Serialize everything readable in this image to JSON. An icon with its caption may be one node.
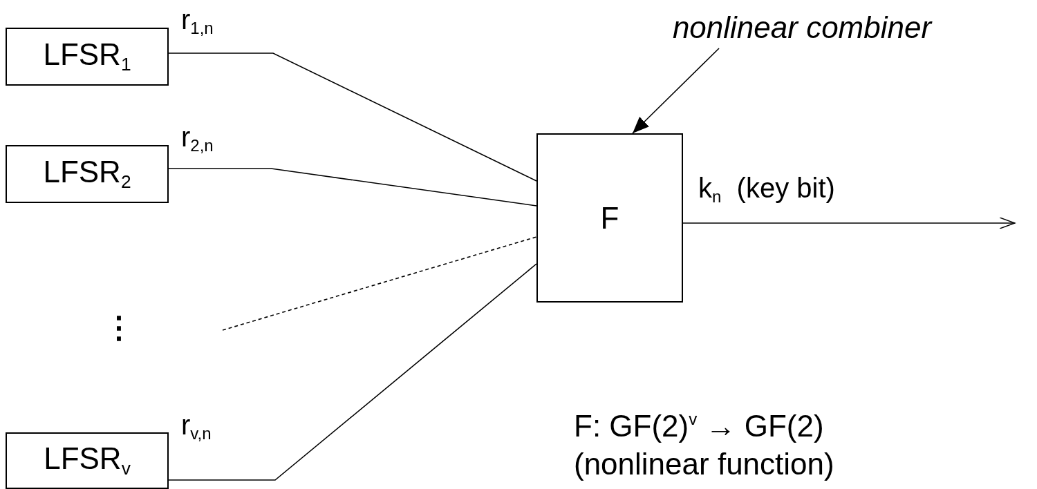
{
  "diagram": {
    "nodes": [
      {
        "text": [
          "LFSR$_{1}$"
        ]
      },
      {
        "text": [
          "LFSR$_{2}$"
        ]
      },
      {
        "text": [
          "LFSR$_{v}$"
        ]
      },
      {
        "text": [
          "F"
        ]
      },
      {
        "text": [
          "nonlinear combiner"
        ]
      }
    ],
    "edges": [
      {
        "from": 0,
        "to": 3,
        "arrow": "none",
        "label": "r$_{1,n}$"
      },
      {
        "from": 1,
        "to": 3,
        "arrow": "none",
        "label": "r$_{2,n}$"
      },
      {
        "from": null,
        "to": 3,
        "arrow": "none",
        "style": "dashed"
      },
      {
        "from": 2,
        "to": 3,
        "arrow": "none",
        "label": "r$_{v,n}$"
      },
      {
        "from": 3,
        "to": null,
        "arrow": "to",
        "label": "k$_{n}$  (key bit)"
      },
      {
        "from": 4,
        "to": 3,
        "arrow": "to"
      }
    ],
    "labels": [
      "⋮",
      "F: GF(2)$^{v}$ → GF(2)",
      "(nonlinear function)"
    ]
  }
}
